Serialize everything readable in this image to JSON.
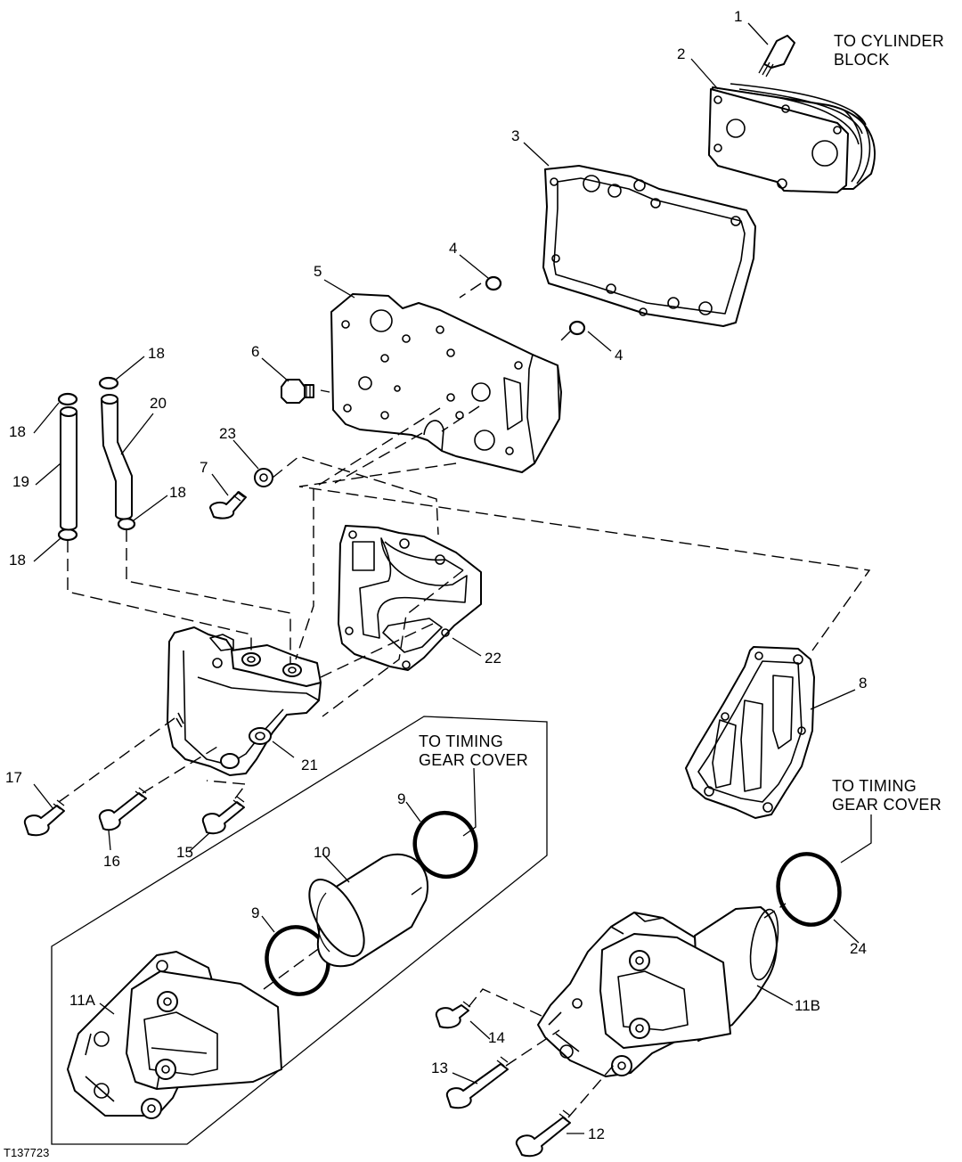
{
  "figure_id": "T137723",
  "callouts": {
    "to_cylinder_block_line1": "TO CYLINDER",
    "to_cylinder_block_line2": "BLOCK",
    "to_timing_left_line1": "TO TIMING",
    "to_timing_left_line2": "GEAR COVER",
    "to_timing_right_line1": "TO TIMING",
    "to_timing_right_line2": "GEAR COVER"
  },
  "labels": {
    "p1": "1",
    "p2": "2",
    "p3": "3",
    "p4a": "4",
    "p4b": "4",
    "p5": "5",
    "p6": "6",
    "p7": "7",
    "p8": "8",
    "p9a": "9",
    "p9b": "9",
    "p10": "10",
    "p11a": "11A",
    "p11b": "11B",
    "p12": "12",
    "p13": "13",
    "p14": "14",
    "p15": "15",
    "p16": "16",
    "p17": "17",
    "p18a": "18",
    "p18b": "18",
    "p18c": "18",
    "p18d": "18",
    "p19": "19",
    "p20": "20",
    "p21": "21",
    "p22": "22",
    "p23": "23",
    "p24": "24"
  }
}
